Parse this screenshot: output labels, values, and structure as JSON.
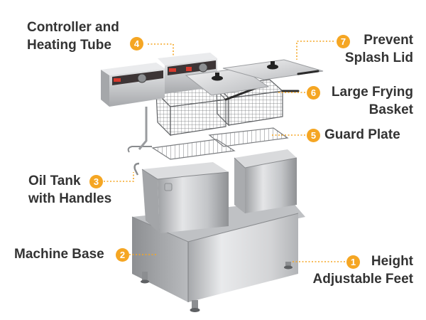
{
  "colors": {
    "accent": "#f5a623",
    "text": "#333333",
    "steel": "#c8c9cb"
  },
  "callouts": [
    {
      "number": "1",
      "lines": [
        "Height",
        "Adjustable Feet"
      ]
    },
    {
      "number": "2",
      "lines": [
        "Machine Base"
      ]
    },
    {
      "number": "3",
      "lines": [
        "Oil Tank",
        "with Handles"
      ]
    },
    {
      "number": "4",
      "lines": [
        "Controller and",
        "Heating Tube"
      ]
    },
    {
      "number": "5",
      "lines": [
        "Guard Plate"
      ]
    },
    {
      "number": "6",
      "lines": [
        "Large Frying",
        "Basket"
      ]
    },
    {
      "number": "7",
      "lines": [
        "Prevent",
        "Splash Lid"
      ]
    }
  ]
}
